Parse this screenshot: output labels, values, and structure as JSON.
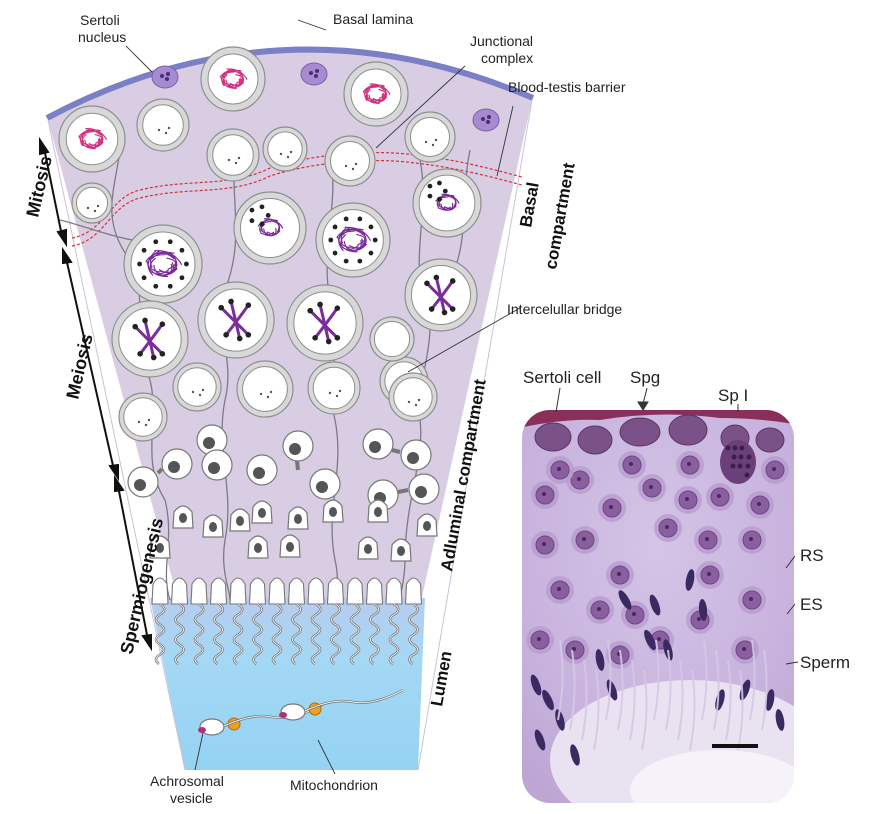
{
  "labels": {
    "sertoli_nucleus": [
      "Sertoli",
      "nucleus"
    ],
    "basal_lamina": "Basal lamina",
    "junctional_complex": [
      "Junctional",
      "complex"
    ],
    "blood_testis_barrier": "Blood-testis barrier",
    "intercellular_bridge": "Intercelullar bridge",
    "achrosomal_vesicle": [
      "Achrosomal",
      "vesicle"
    ],
    "mitochondrion": "Mitochondrion"
  },
  "stages": {
    "mitosis": "Mitosis",
    "meiosis": "Meiosis",
    "spermiogenesis": "Spermiogenesis"
  },
  "compartments": {
    "basal": [
      "Basal",
      "compartment"
    ],
    "adluminal": "Adluminal compartment",
    "lumen": "Lumen"
  },
  "micrograph": {
    "top_labels": [
      "Sertoli cell",
      "Spg",
      "Sp I"
    ],
    "side_labels": [
      "RS",
      "ES",
      "Sperm"
    ]
  },
  "colors": {
    "epithelium": "#d9cde4",
    "basal_lamina": "#7b7fc6",
    "lumen": "#a9dbf3",
    "chromatin_pink": "#d0307f",
    "chromatin_purple": "#7a2d9a",
    "mitochondrion": "#f0a020",
    "histology_bg": "#cdbbe0",
    "nucleus_dark": "#6a4a8a"
  }
}
